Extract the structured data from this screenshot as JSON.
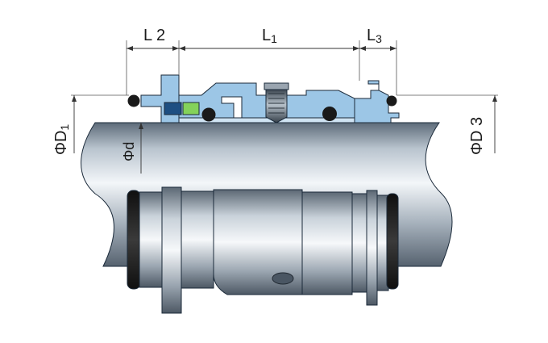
{
  "dimensions": {
    "l2": "L 2",
    "l1_main": "L",
    "l1_sub": "1",
    "l3_main": "L",
    "l3_sub": "3",
    "phi_d1_main": "ΦD",
    "phi_d1_sub": "1",
    "phi_d": "Φd",
    "phi_d3": "ΦD 3"
  },
  "colors": {
    "seal_face_blue": "#1e4f82",
    "seat_green": "#84d25a",
    "gland_blue": "#9cc6e6",
    "shaft_dark": "#7d8a97",
    "shaft_light": "#eef2f6",
    "oring": "#1a1a1a"
  }
}
